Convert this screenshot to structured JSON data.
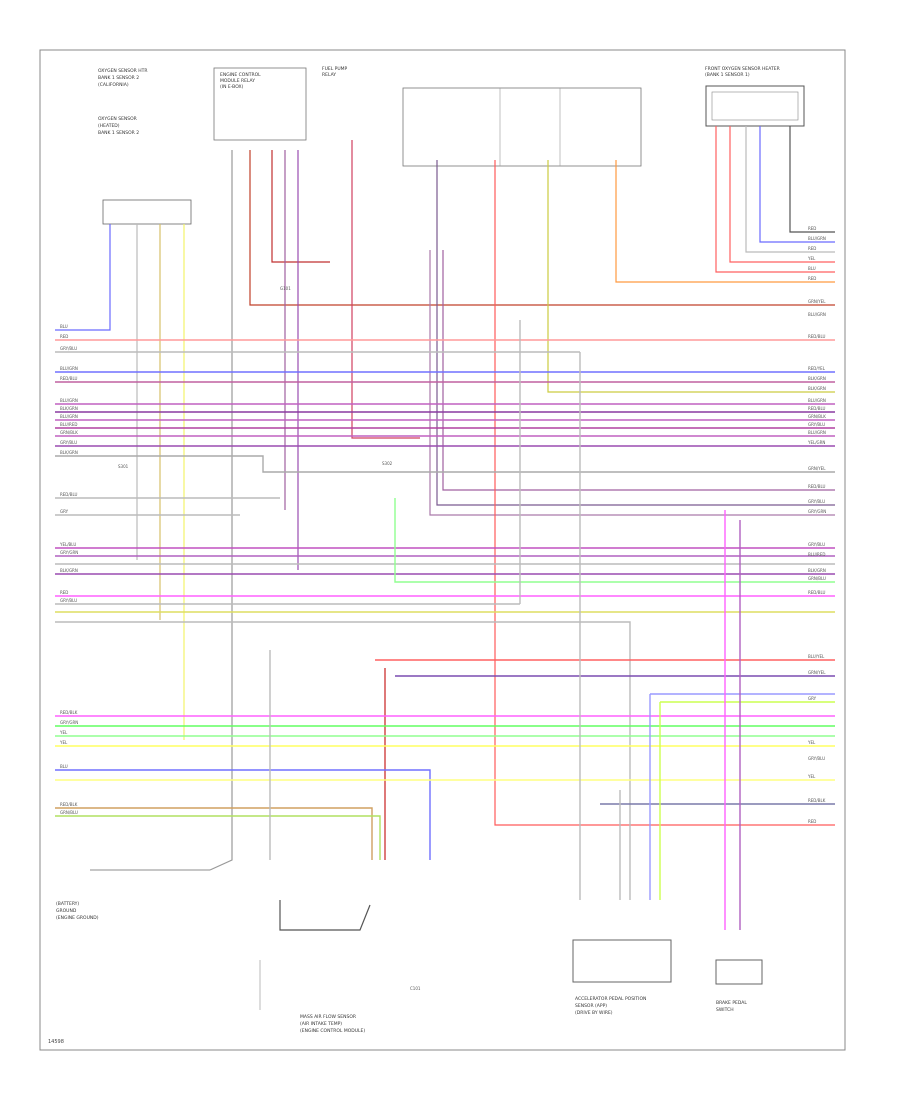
{
  "diagram": {
    "footer_code": "14598",
    "component_blocks": [
      {
        "id": "top-left-sensor",
        "lines": [
          "OXYGEN SENSOR HTR",
          "BANK 1 SENSOR 2",
          "(CALIFORNIA)",
          "OXYGEN SENSOR",
          "(HEATED)",
          "BANK 1 SENSOR 2"
        ]
      },
      {
        "id": "mid-left-relay",
        "lines": [
          "ENGINE CONTROL",
          "MODULE RELAY",
          "(IN E-BOX)"
        ]
      },
      {
        "id": "top-center",
        "lines": [
          "FUEL PUMP",
          "RELAY"
        ]
      },
      {
        "id": "top-right",
        "lines": [
          "FRONT OXYGEN SENSOR HEATER",
          "(BANK 1 SENSOR 1)"
        ]
      },
      {
        "id": "bottom-left-ground",
        "lines": [
          "(BATTERY)",
          "GROUND",
          "(ENGINE GROUND)"
        ]
      },
      {
        "id": "bottom-center",
        "lines": [
          "MASS AIR FLOW SENSOR",
          "(AIR INTAKE TEMP)",
          "(ENGINE CONTROL MODULE)"
        ]
      },
      {
        "id": "bottom-right-pedal",
        "lines": [
          "ACCELERATOR PEDAL POSITION",
          "SENSOR (APP)",
          "(DRIVE BY WIRE)"
        ]
      },
      {
        "id": "bottom-right-switch",
        "lines": [
          "BRAKE PEDAL",
          "SWITCH"
        ]
      }
    ],
    "left_wire_labels": [
      "BLU",
      "RED",
      "GRY/BLU",
      "BLU/GRN",
      "RED/BLU",
      "BLU/GRN",
      "BLK/GRN",
      "BLU/GRN",
      "BLU/RED",
      "GRN/BLK",
      "GRY/BLU",
      "BLK/GRN",
      "RED/BLU",
      "GRY",
      "YEL/BLU",
      "GRY/GRN",
      "BLK/GRN",
      "RED",
      "GRY/BLU",
      "RED/BLK",
      "GRY/GRN",
      "YEL",
      "YEL",
      "BLU",
      "RED/BLK",
      "GRN/BLU"
    ],
    "right_wire_labels": [
      "RED",
      "BLU/GRN",
      "RED",
      "YEL",
      "BLU",
      "RED",
      "GRN/YEL",
      "BLU/GRN",
      "RED/BLU",
      "RED/YEL",
      "BLK/GRN",
      "BLK/GRN",
      "BLU/GRN",
      "RED/BLU",
      "GRN/BLK",
      "GRY/BLU",
      "BLU/GRN",
      "YEL/GRN",
      "GRN/YEL",
      "RED/BLU",
      "GRY/BLU",
      "GRY/GRN",
      "GRY/BLU",
      "BLU/RED",
      "BLK/GRN",
      "GRN/BLU",
      "RED/BLU",
      "BLU/YEL",
      "GRN/YEL",
      "GRY",
      "YEL",
      "GRY/BLU",
      "YEL",
      "RED/BLK",
      "RED"
    ],
    "small_labels": [
      "S301",
      "S302",
      "G101",
      "C101"
    ]
  }
}
